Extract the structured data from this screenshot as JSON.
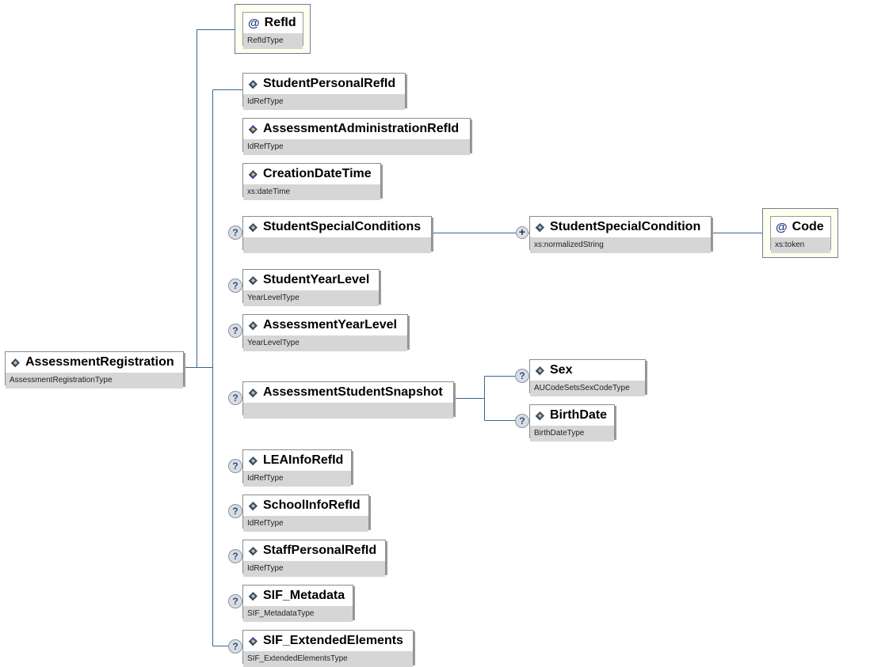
{
  "root": {
    "name": "AssessmentRegistration",
    "type": "AssessmentRegistrationType"
  },
  "attribute": {
    "symbol": "@",
    "name": "RefId",
    "type": "RefIdType"
  },
  "children": [
    {
      "name": "StudentPersonalRefId",
      "type": "IdRefType",
      "optional": false
    },
    {
      "name": "AssessmentAdministrationRefId",
      "type": "IdRefType",
      "optional": false
    },
    {
      "name": "CreationDateTime",
      "type": "xs:dateTime",
      "optional": false
    },
    {
      "name": "StudentSpecialConditions",
      "type": "",
      "optional": true
    },
    {
      "name": "StudentYearLevel",
      "type": "YearLevelType",
      "optional": true
    },
    {
      "name": "AssessmentYearLevel",
      "type": "YearLevelType",
      "optional": true
    },
    {
      "name": "AssessmentStudentSnapshot",
      "type": "",
      "optional": true
    },
    {
      "name": "LEAInfoRefId",
      "type": "IdRefType",
      "optional": true
    },
    {
      "name": "SchoolInfoRefId",
      "type": "IdRefType",
      "optional": true
    },
    {
      "name": "StaffPersonalRefId",
      "type": "IdRefType",
      "optional": true
    },
    {
      "name": "SIF_Metadata",
      "type": "SIF_MetadataType",
      "optional": true
    },
    {
      "name": "SIF_ExtendedElements",
      "type": "SIF_ExtendedElementsType",
      "optional": true
    }
  ],
  "special_condition": {
    "name": "StudentSpecialCondition",
    "type": "xs:normalizedString",
    "occurrence": "+"
  },
  "special_condition_attribute": {
    "symbol": "@",
    "name": "Code",
    "type": "xs:token"
  },
  "snapshot_children": [
    {
      "name": "Sex",
      "type": "AUCodeSetsSexCodeType",
      "optional": true
    },
    {
      "name": "BirthDate",
      "type": "BirthDateType",
      "optional": true
    }
  ],
  "optional_marker": "?",
  "colors": {
    "connector": "#3b6592",
    "type_band": "#d6d6d6",
    "attribute_fill": "#fffff0"
  }
}
